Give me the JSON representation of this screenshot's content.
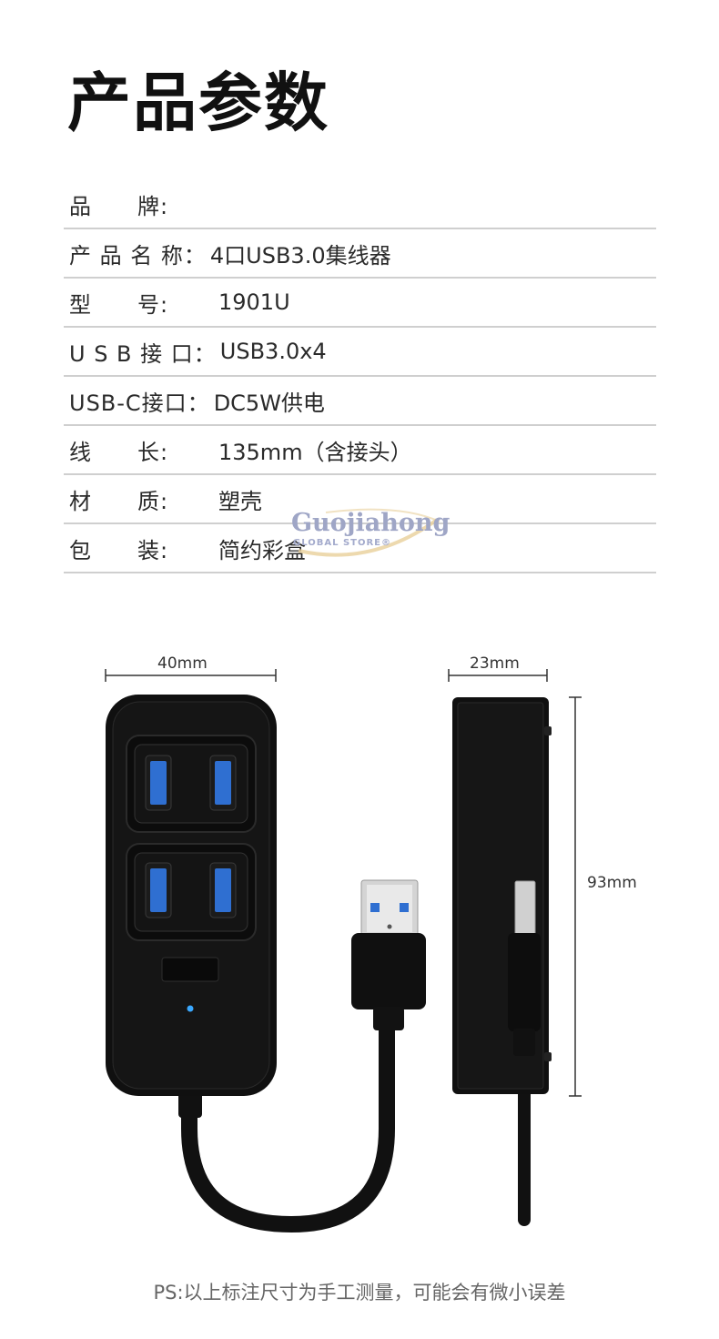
{
  "title": "产品参数",
  "specs": [
    {
      "label": "品　　牌:",
      "value": ""
    },
    {
      "label": "产 品 名 称：",
      "value": "4口USB3.0集线器"
    },
    {
      "label": "型　　号:",
      "value": "1901U"
    },
    {
      "label": "U S B 接 口：",
      "value": "USB3.0x4"
    },
    {
      "label": "USB-C接口：",
      "value": "DC5W供电"
    },
    {
      "label": "线　　长:",
      "value": "135mm（含接头）"
    },
    {
      "label": "材　　质:",
      "value": "塑壳"
    },
    {
      "label": "包　　装:",
      "value": "简约彩盒"
    }
  ],
  "watermark": {
    "brand": "Guojiahong",
    "sub": "GLOBAL STORE®"
  },
  "dimensions": {
    "width": "40mm",
    "depth": "23mm",
    "height": "93mm"
  },
  "note": "PS:以上标注尺寸为手工测量，可能会有微小误差",
  "colors": {
    "port_blue": "#2f6fd1",
    "led": "#3aa8ff",
    "body": "#111111"
  }
}
